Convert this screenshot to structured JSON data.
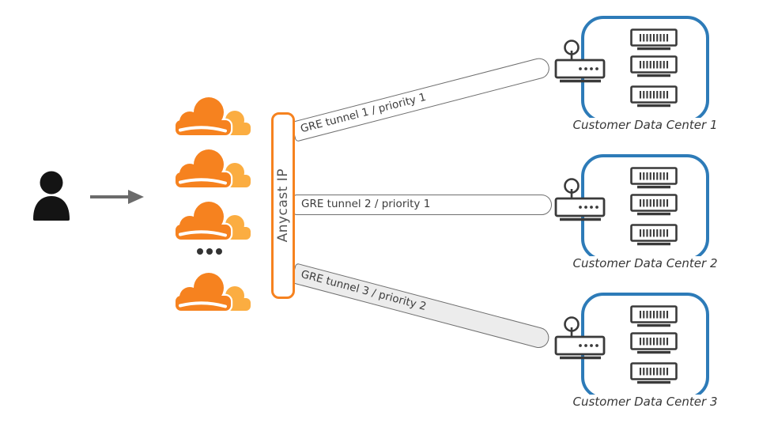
{
  "anycast": {
    "label": "Anycast IP",
    "border_color": "#f6821f"
  },
  "tunnels": [
    {
      "label": "GRE tunnel 1 / priority 1",
      "fill": "#ffffff"
    },
    {
      "label": "GRE tunnel 2 / priority 1",
      "fill": "#ffffff"
    },
    {
      "label": "GRE tunnel 3 / priority 2",
      "fill": "#ececec"
    }
  ],
  "data_centers": [
    {
      "label": "Customer Data Center 1",
      "router_count": 1,
      "server_count": 3
    },
    {
      "label": "Customer Data Center 2",
      "router_count": 1,
      "server_count": 3
    },
    {
      "label": "Customer Data Center 3",
      "router_count": 1,
      "server_count": 3
    }
  ],
  "left_side": {
    "user_icon": "person-icon",
    "arrow_icon": "arrow-right-icon",
    "cloudflare_cloud_icons": 4,
    "ellipsis_icon": "three-dots-more-icon"
  },
  "colors": {
    "cloudflare_orange": "#f6821f",
    "cloudflare_light_orange": "#fbad41",
    "data_center_border_blue": "#2d7bb8",
    "tunnel_border_gray": "#6f6f6f",
    "tunnel3_shaded_fill": "#ececec",
    "icon_stroke_dark": "#3a3a3a",
    "arrow_gray": "#6b6b6b",
    "background": "#ffffff"
  }
}
